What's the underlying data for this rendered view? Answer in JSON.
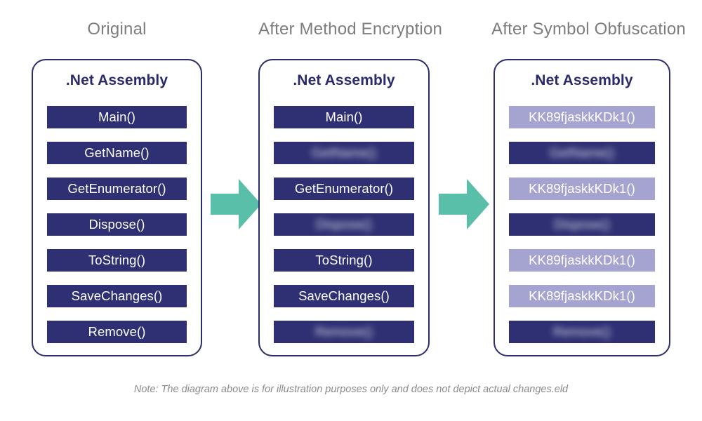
{
  "headers": [
    {
      "label": "Original"
    },
    {
      "label": "After Method Encryption"
    },
    {
      "label": "After Symbol Obfuscation"
    }
  ],
  "panels": [
    {
      "title": ".Net Assembly",
      "rows": [
        {
          "label": "Main()",
          "style": "dark",
          "blurred": false
        },
        {
          "label": "GetName()",
          "style": "dark",
          "blurred": false
        },
        {
          "label": "GetEnumerator()",
          "style": "dark",
          "blurred": false
        },
        {
          "label": "Dispose()",
          "style": "dark",
          "blurred": false
        },
        {
          "label": "ToString()",
          "style": "dark",
          "blurred": false
        },
        {
          "label": "SaveChanges()",
          "style": "dark",
          "blurred": false
        },
        {
          "label": "Remove()",
          "style": "dark",
          "blurred": false
        }
      ]
    },
    {
      "title": ".Net Assembly",
      "rows": [
        {
          "label": "Main()",
          "style": "dark",
          "blurred": false
        },
        {
          "label": "GetName()",
          "style": "dark",
          "blurred": true
        },
        {
          "label": "GetEnumerator()",
          "style": "dark",
          "blurred": false
        },
        {
          "label": "Dispose()",
          "style": "dark",
          "blurred": true
        },
        {
          "label": "ToString()",
          "style": "dark",
          "blurred": false
        },
        {
          "label": "SaveChanges()",
          "style": "dark",
          "blurred": false
        },
        {
          "label": "Remove()",
          "style": "dark",
          "blurred": true
        }
      ]
    },
    {
      "title": ".Net Assembly",
      "rows": [
        {
          "label": "KK89fjaskkKDk1()",
          "style": "light",
          "blurred": false
        },
        {
          "label": "GetName()",
          "style": "dark",
          "blurred": true
        },
        {
          "label": "KK89fjaskkKDk1()",
          "style": "light",
          "blurred": false
        },
        {
          "label": "Dispose()",
          "style": "dark",
          "blurred": true
        },
        {
          "label": "KK89fjaskkKDk1()",
          "style": "light",
          "blurred": false
        },
        {
          "label": "KK89fjaskkKDk1()",
          "style": "light",
          "blurred": false
        },
        {
          "label": "Remove()",
          "style": "dark",
          "blurred": true
        }
      ]
    }
  ],
  "arrows": [
    {
      "name": "arrow-original-to-encryption"
    },
    {
      "name": "arrow-encryption-to-obfuscation"
    }
  ],
  "footnote": "Note: The diagram above is for illustration purposes only and does not depict actual changes.eld",
  "colors": {
    "panel_border": "#2c2c6e",
    "bar_dark": "#2e3073",
    "bar_light": "#a5a4d0",
    "arrow": "#59bfa8",
    "header_text": "#7d7d7d",
    "title_text": "#2a2a6b",
    "footnote_text": "#8a8a8a"
  }
}
